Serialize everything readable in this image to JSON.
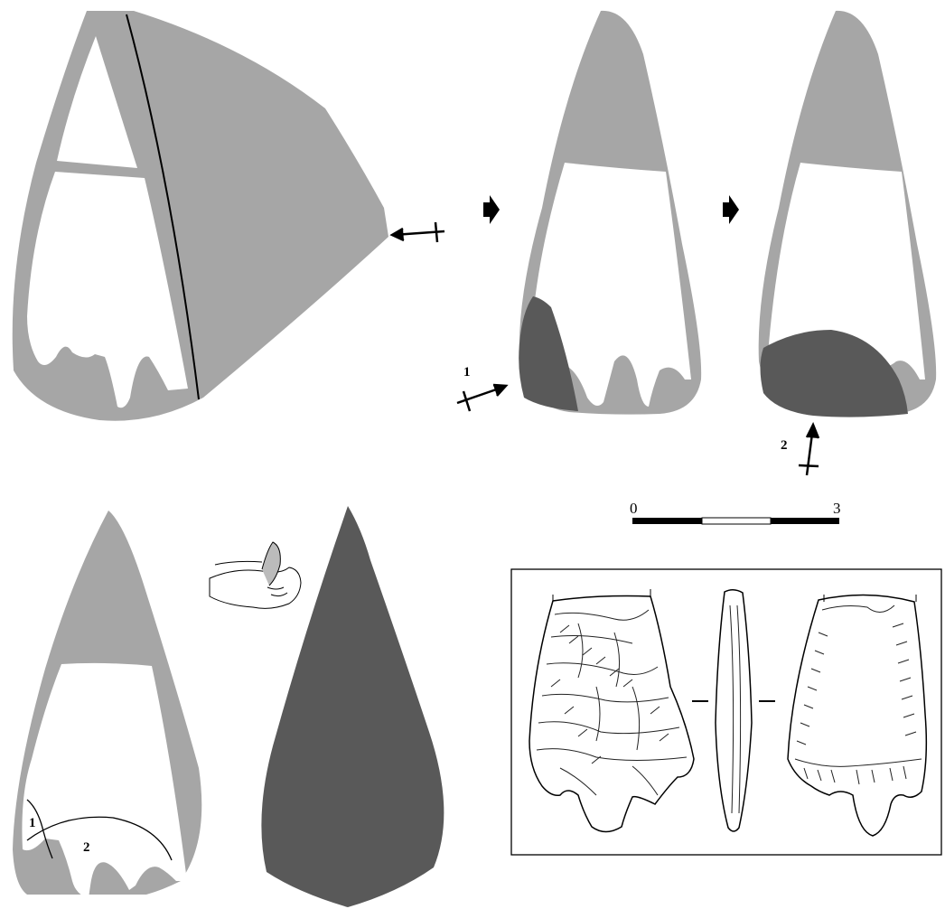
{
  "colors": {
    "light_removed": "#a6a6a6",
    "dark_removed": "#595959",
    "blank": "#ffffff",
    "outline": "#000000"
  },
  "labels": {
    "removal_1": "1",
    "removal_2": "2",
    "outline_1": "1",
    "outline_2": "2"
  },
  "scale_bar": {
    "start": "0",
    "end": "3"
  },
  "icons": [
    "process-arrow-icon",
    "force-direction-icon",
    "hand-holding-tool-icon"
  ]
}
